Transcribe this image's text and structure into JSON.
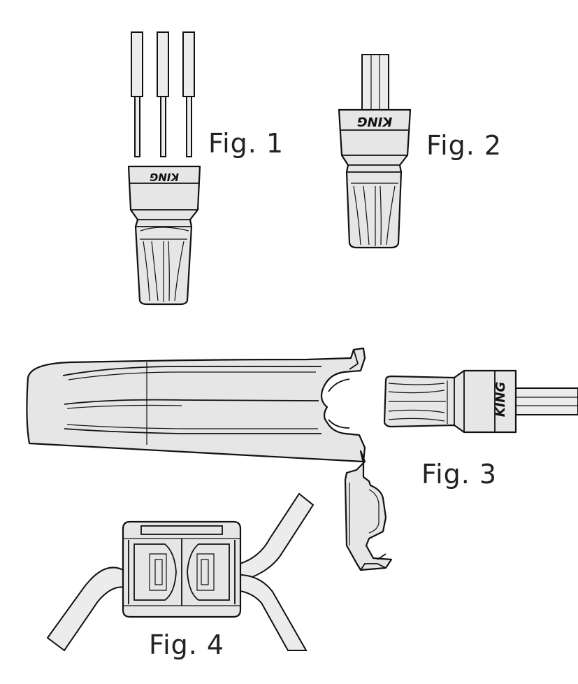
{
  "figures": {
    "fig1": {
      "label": "Fig. 1"
    },
    "fig2": {
      "label": "Fig. 2"
    },
    "fig3": {
      "label": "Fig. 3"
    },
    "fig4": {
      "label": "Fig. 4"
    }
  },
  "brand_mark": "KING",
  "colors": {
    "outline": "#111111",
    "fill": "#e6e6e6",
    "wire_fill": "#ececec",
    "background": "#ffffff"
  }
}
